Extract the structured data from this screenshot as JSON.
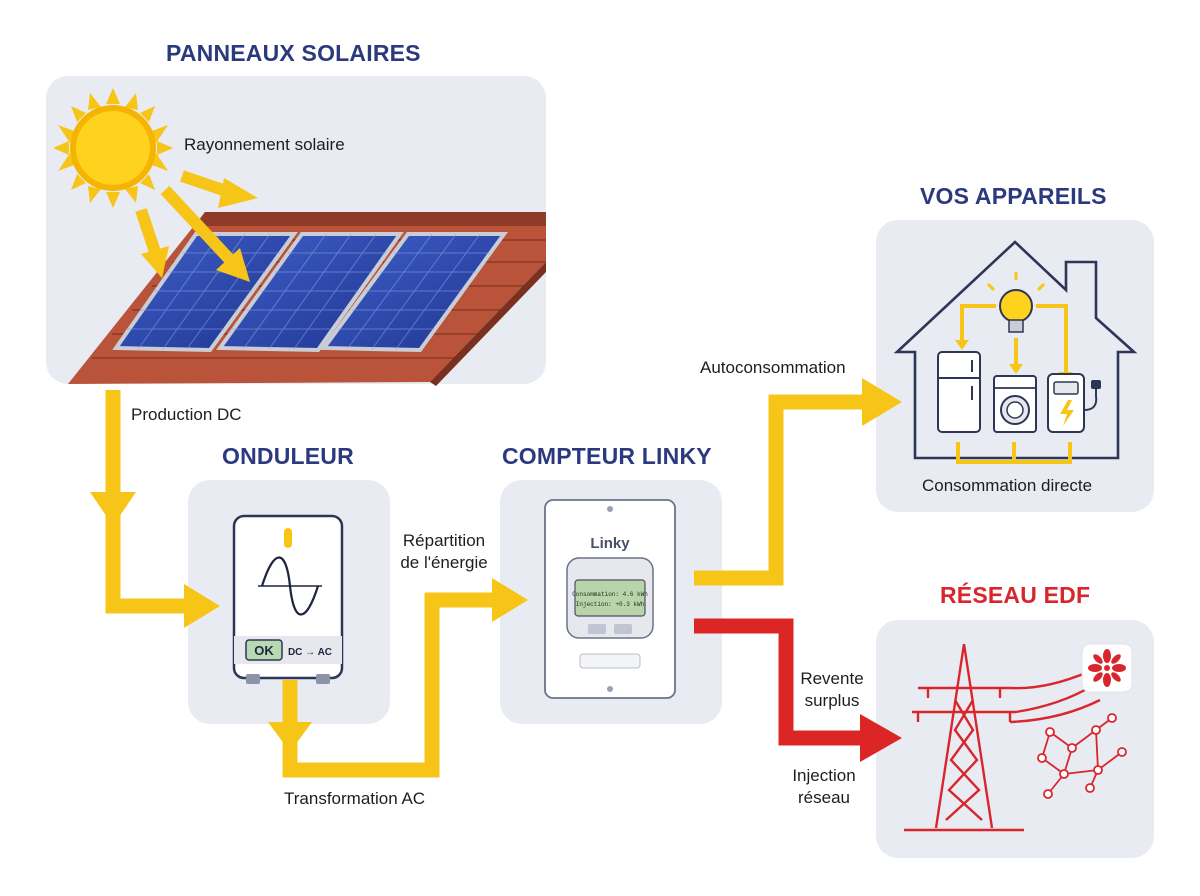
{
  "sections": {
    "solar": "PANNEAUX SOLAIRES",
    "inverter": "ONDULEUR",
    "meter": "COMPTEUR LINKY",
    "appliances": "VOS APPAREILS",
    "grid": "RÉSEAU EDF"
  },
  "labels": {
    "solar_radiation": "Rayonnement solaire",
    "dc_production": "Production DC",
    "energy_split_line1": "Répartition",
    "energy_split_line2": "de l'énergie",
    "ac_transformation": "Transformation AC",
    "self_consumption": "Autoconsommation",
    "direct_consumption": "Consommation directe",
    "surplus_line1": "Revente",
    "surplus_line2": "surplus",
    "injection_line1": "Injection",
    "injection_line2": "réseau"
  },
  "inverter_device": {
    "ok_label": "OK",
    "conversion_label": "DC → AC"
  },
  "meter_device": {
    "brand": "Linky",
    "screen_line1": "Consommation: 4.6 kWh",
    "screen_line2": "Injection: +0.3 kWh"
  },
  "colors": {
    "heading_blue": "#2b3a7e",
    "heading_red": "#d8262c",
    "flow_yellow": "#f7c518",
    "flow_red": "#dc2626",
    "panel_bg": "#e9ebf3"
  }
}
